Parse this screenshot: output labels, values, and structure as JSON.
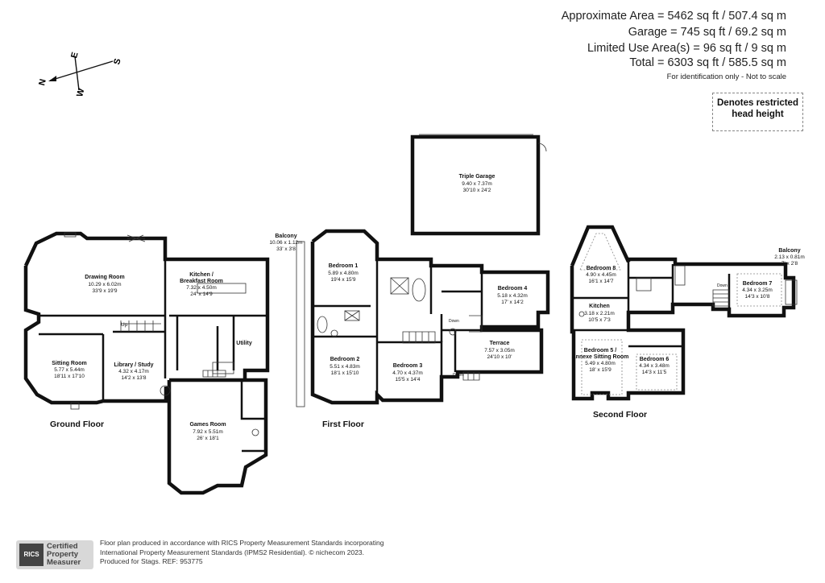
{
  "areas": {
    "approximate": "Approximate Area = 5462 sq ft / 507.4 sq m",
    "garage": "Garage = 745 sq ft / 69.2 sq m",
    "limited_use": "Limited Use Area(s) = 96 sq ft / 9 sq m",
    "total": "Total = 6303 sq ft / 585.5 sq m",
    "note": "For identification only - Not to scale"
  },
  "restricted": {
    "line1": "Denotes restricted",
    "line2": "head height"
  },
  "compass": {
    "n": "N",
    "e": "E",
    "s": "S",
    "w": "W"
  },
  "floors": {
    "ground": "Ground Floor",
    "first": "First Floor",
    "second": "Second Floor"
  },
  "rooms": {
    "drawing": {
      "name": "Drawing Room",
      "metric": "10.29 x 6.02m",
      "imperial": "33'9 x 19'9"
    },
    "kitchen": {
      "name1": "Kitchen /",
      "name2": "Breakfast Room",
      "metric": "7.32 x 4.50m",
      "imperial": "24' x 14'9"
    },
    "sitting": {
      "name": "Sitting Room",
      "metric": "5.77 x 5.44m",
      "imperial": "18'11 x 17'10"
    },
    "library": {
      "name": "Library / Study",
      "metric": "4.32 x 4.17m",
      "imperial": "14'2 x 13'8"
    },
    "utility": {
      "name": "Utility"
    },
    "games": {
      "name": "Games Room",
      "metric": "7.92 x 5.51m",
      "imperial": "26' x 18'1"
    },
    "garage": {
      "name": "Triple Garage",
      "metric": "9.40 x 7.37m",
      "imperial": "30'10 x 24'2"
    },
    "balcony1": {
      "name": "Balcony",
      "metric": "10.06 x 1.12m",
      "imperial": "33' x 3'8"
    },
    "bed1": {
      "name": "Bedroom 1",
      "metric": "5.89 x 4.80m",
      "imperial": "19'4 x 15'9"
    },
    "bed2": {
      "name": "Bedroom 2",
      "metric": "5.51 x 4.83m",
      "imperial": "18'1 x 15'10"
    },
    "bed3": {
      "name": "Bedroom 3",
      "metric": "4.70 x 4.37m",
      "imperial": "15'5 x 14'4"
    },
    "bed4": {
      "name": "Bedroom 4",
      "metric": "5.18 x 4.32m",
      "imperial": "17' x 14'2"
    },
    "terrace": {
      "name": "Terrace",
      "metric": "7.57 x 3.05m",
      "imperial": "24'10 x 10'"
    },
    "bed8": {
      "name": "Bedroom 8",
      "metric": "4.90 x 4.45m",
      "imperial": "16'1 x 14'7"
    },
    "kitchen2": {
      "name": "Kitchen",
      "metric": "3.18 x 2.21m",
      "imperial": "10'5 x 7'3"
    },
    "bed5": {
      "name1": "Bedroom 5 /",
      "name2": "Annexe Sitting Room",
      "metric": "5.49 x 4.80m",
      "imperial": "18' x 15'9"
    },
    "bed6": {
      "name": "Bedroom 6",
      "metric": "4.34 x 3.48m",
      "imperial": "14'3 x 11'5"
    },
    "bed7": {
      "name": "Bedroom 7",
      "metric": "4.34 x 3.25m",
      "imperial": "14'3 x 10'8"
    },
    "balcony2": {
      "name": "Balcony",
      "metric": "2.13 x 0.81m",
      "imperial": "7' x 2'8"
    }
  },
  "stairs": {
    "up": "Up",
    "down": "Down"
  },
  "footer": {
    "line1": "Floor plan produced in accordance with RICS Property Measurement Standards incorporating",
    "line2": "International Property Measurement Standards (IPMS2 Residential).  © nichecom 2023.",
    "line3": "Produced for Stags.   REF: 953775"
  },
  "rics_logo": {
    "badge": "RICS",
    "line1": "Certified",
    "line2": "Property",
    "line3": "Measurer"
  }
}
